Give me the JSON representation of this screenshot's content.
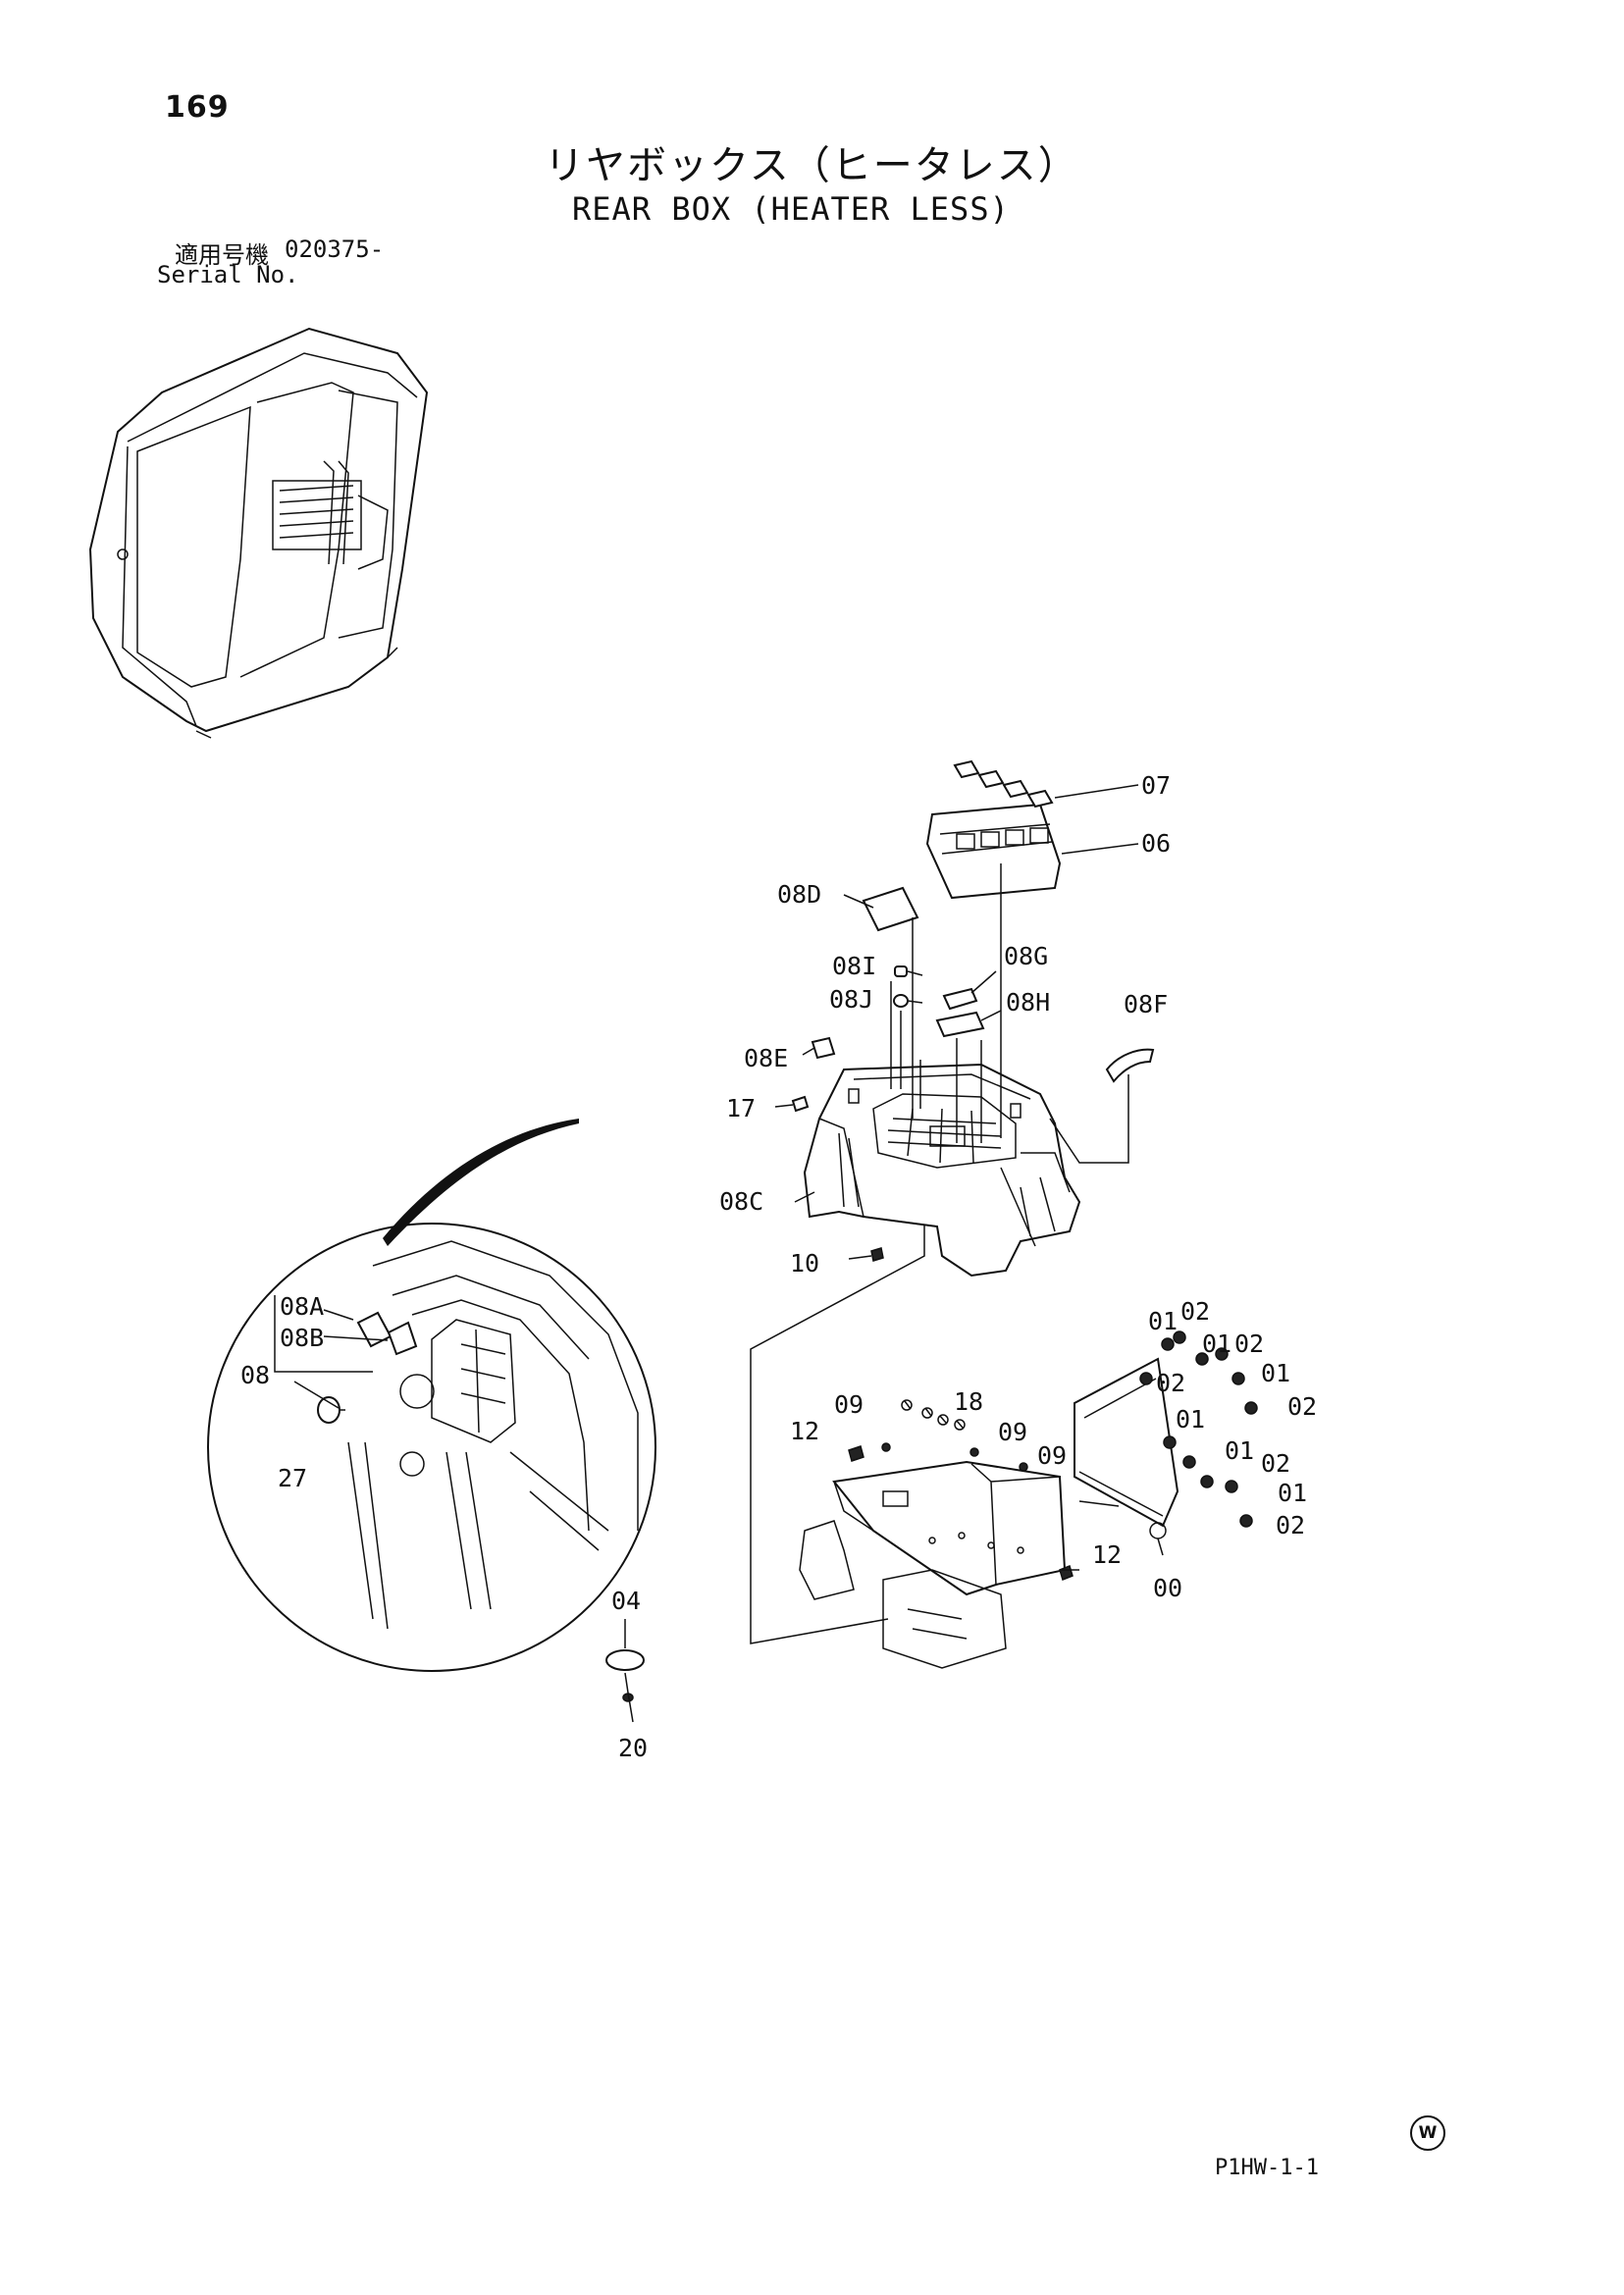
{
  "page": {
    "number": "169",
    "doc_code": "P1HW-1-1",
    "brand_mark": "W"
  },
  "title": {
    "ja": "リヤボックス（ヒータレス）",
    "en": "REAR BOX (HEATER LESS)"
  },
  "serial": {
    "label_ja": "適用号機",
    "label_en": "Serial No.",
    "value": "020375-"
  },
  "callouts": {
    "c07": "07",
    "c06": "06",
    "c08D": "08D",
    "c08G": "08G",
    "c08I": "08I",
    "c08J": "08J",
    "c08H": "08H",
    "c08F": "08F",
    "c08E": "08E",
    "c17": "17",
    "c08C": "08C",
    "c10": "10",
    "c08A": "08A",
    "c08B": "08B",
    "c08": "08",
    "c27": "27",
    "c04": "04",
    "c20": "20",
    "c12a": "12",
    "c09a": "09",
    "c18": "18",
    "c09b": "09",
    "c09c": "09",
    "c12b": "12",
    "c00": "00",
    "c01a": "01",
    "c02a": "02",
    "c01b": "01",
    "c02b": "02",
    "c02c": "02",
    "c01c": "01",
    "c02d": "02",
    "c01d": "01",
    "c01e": "01",
    "c02e": "02",
    "c01f": "01",
    "c02f": "02"
  }
}
